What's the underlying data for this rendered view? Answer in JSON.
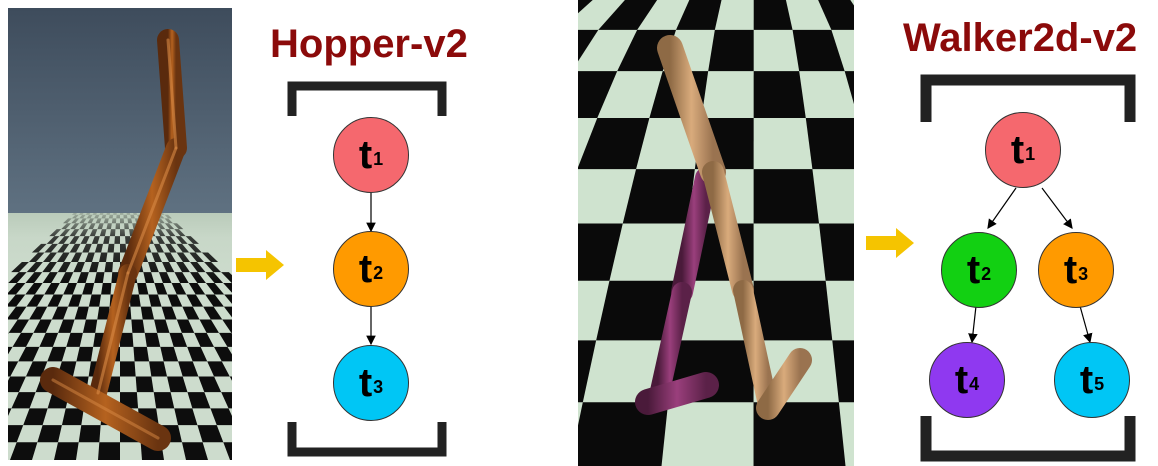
{
  "colors": {
    "title": "#8b0a0a",
    "arrow": "#f5c400",
    "bracket": "#222222",
    "t_red": "#f5686e",
    "t_orange": "#ff9a00",
    "t_cyan": "#00c6f5",
    "t_green": "#12d012",
    "t_purple": "#8f39f0"
  },
  "hopper": {
    "title": "Hopper-v2",
    "nodes": [
      {
        "label": "t",
        "sub": "1",
        "color": "#f5686e"
      },
      {
        "label": "t",
        "sub": "2",
        "color": "#ff9a00"
      },
      {
        "label": "t",
        "sub": "3",
        "color": "#00c6f5"
      }
    ]
  },
  "walker": {
    "title": "Walker2d-v2",
    "nodes": [
      {
        "label": "t",
        "sub": "1",
        "color": "#f5686e"
      },
      {
        "label": "t",
        "sub": "2",
        "color": "#12d012"
      },
      {
        "label": "t",
        "sub": "3",
        "color": "#ff9a00"
      },
      {
        "label": "t",
        "sub": "4",
        "color": "#8f39f0"
      },
      {
        "label": "t",
        "sub": "5",
        "color": "#00c6f5"
      }
    ]
  }
}
